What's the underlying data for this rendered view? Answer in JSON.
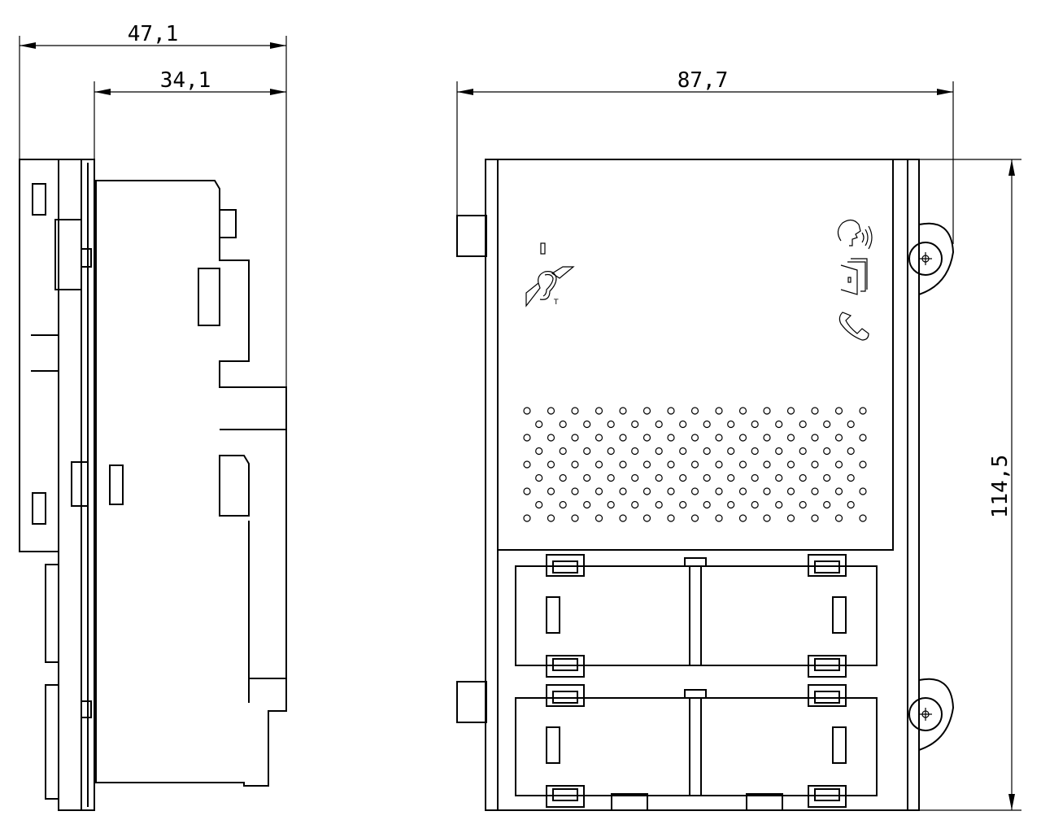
{
  "dimensions": {
    "side_total_depth": "47,1",
    "side_body_depth": "34,1",
    "front_width": "87,7",
    "front_height": "114,5"
  },
  "icons": {
    "hearing_loop": "hearing-loop-icon",
    "hearing_loop_letter": "T",
    "speech": "speaking-head-icon",
    "door": "door-open-icon",
    "phone": "phone-handset-icon",
    "screw": "screw-icon"
  },
  "colors": {
    "line": "#000000",
    "background": "#ffffff"
  }
}
